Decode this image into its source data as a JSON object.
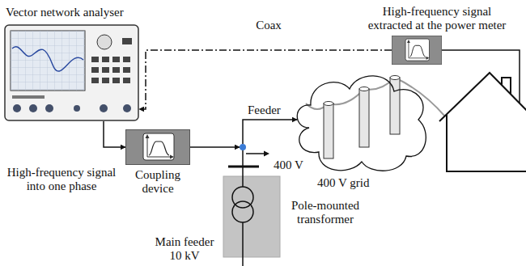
{
  "diagram": {
    "nodes": [
      {
        "text": [
          "Vector network analyser"
        ]
      },
      {
        "text": [
          "High-frequency signal extracted at the power meter"
        ]
      },
      {
        "text": [
          "Coupling device"
        ]
      },
      {
        "text": [
          "400 V grid"
        ]
      },
      {
        "text": [
          "Pole-mounted transformer"
        ]
      }
    ],
    "edges": [
      {
        "from": 0,
        "to": 2,
        "arrow": "to"
      },
      {
        "from": 2,
        "to": 4,
        "arrow": "to"
      },
      {
        "from": 4,
        "to": 3,
        "label": "Feeder",
        "arrow": "to"
      },
      {
        "from": 1,
        "to": 0,
        "label": "Coax",
        "arrow": "to"
      }
    ],
    "labels": [
      "High-frequency signal into one phase",
      "400 V",
      "Main feeder 10 kV"
    ]
  }
}
